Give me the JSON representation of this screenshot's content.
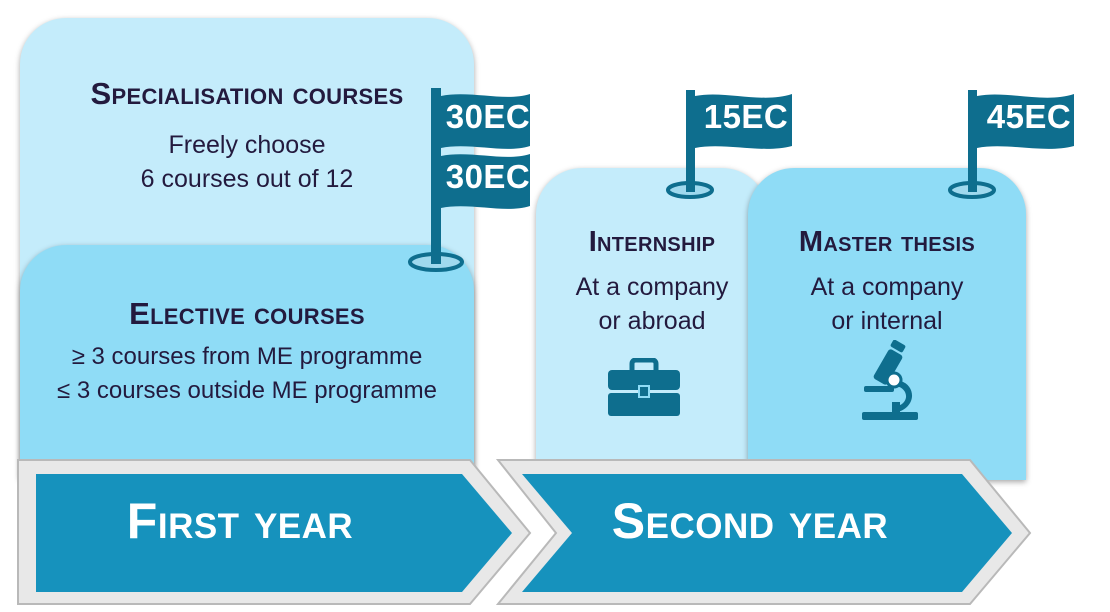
{
  "specialisation": {
    "title": "Specialisation courses",
    "line1": "Freely choose",
    "line2": "6 courses out of 12"
  },
  "elective": {
    "title": "Elective courses",
    "line1": "≥ 3 courses from ME programme",
    "line2": "≤ 3 courses outside ME programme"
  },
  "internship": {
    "title": "Internship",
    "line1": "At a company",
    "line2": "or abroad",
    "icon": "briefcase-icon"
  },
  "thesis": {
    "title": "Master thesis",
    "line1": "At a company",
    "line2": "or internal",
    "icon": "microscope-icon"
  },
  "flags": {
    "first_top": "30EC",
    "first_bottom": "30EC",
    "internship": "15EC",
    "thesis": "45EC"
  },
  "years": {
    "first": "First year",
    "second": "Second year"
  },
  "colors": {
    "dark_teal": "#0e6e8e",
    "arrow_blue": "#1692bd",
    "light_card": "#c4ecfb",
    "mid_card": "#8fdcf6",
    "text_dark": "#231a3e"
  }
}
